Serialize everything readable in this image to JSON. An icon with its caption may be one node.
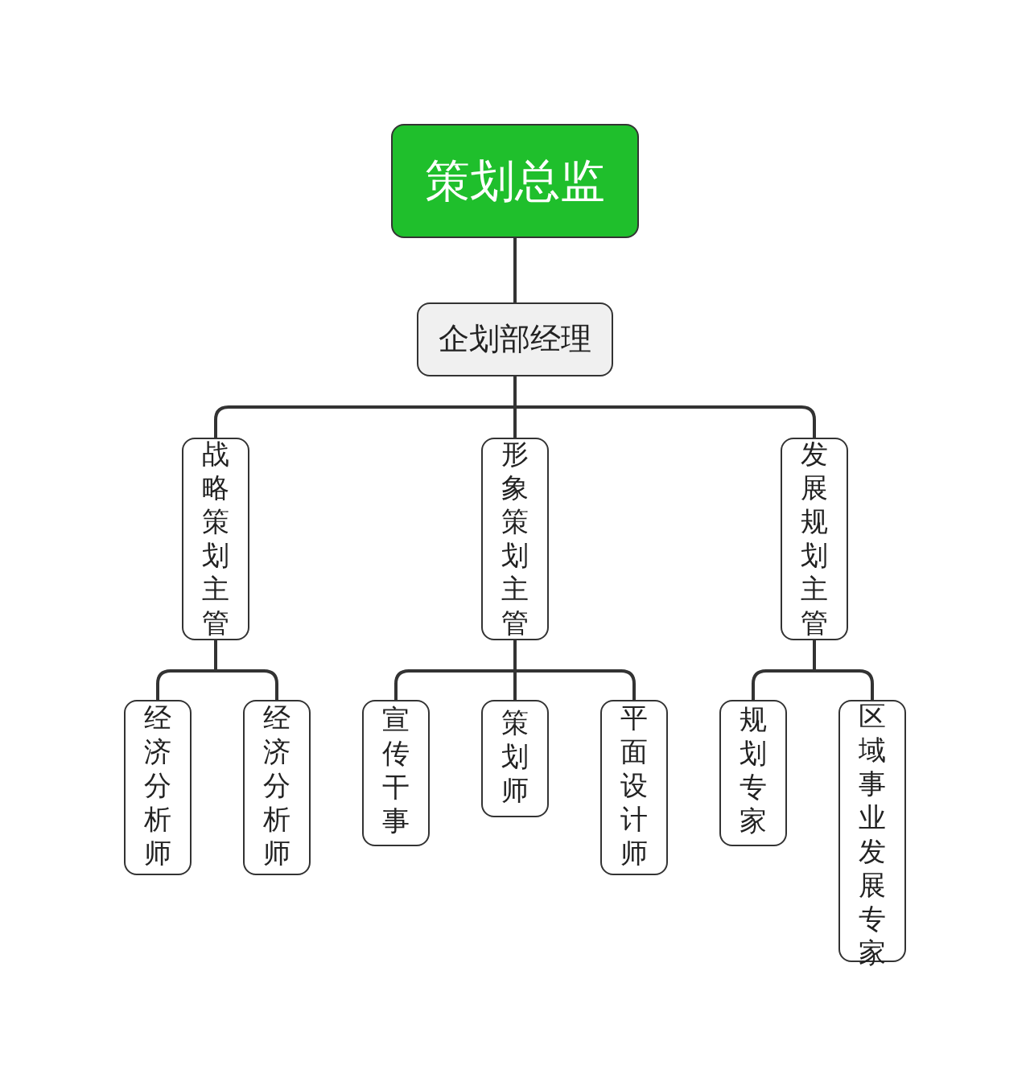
{
  "diagram": {
    "nodes": [
      {
        "text": [
          "策划总监"
        ]
      },
      {
        "text": [
          "企划部经理"
        ]
      },
      {
        "text": [
          "战略策划主管"
        ]
      },
      {
        "text": [
          "形象策划主管"
        ]
      },
      {
        "text": [
          "发展规划主管"
        ]
      },
      {
        "text": [
          "经济分析师"
        ]
      },
      {
        "text": [
          "经济分析师"
        ]
      },
      {
        "text": [
          "宣传干事"
        ]
      },
      {
        "text": [
          "策划师"
        ]
      },
      {
        "text": [
          "平面设计师"
        ]
      },
      {
        "text": [
          "规划专家"
        ]
      },
      {
        "text": [
          "区域事业发展专家"
        ]
      }
    ],
    "edges": [
      {
        "from": 0,
        "to": 1,
        "arrow": "none"
      },
      {
        "from": 1,
        "to": 2,
        "arrow": "none"
      },
      {
        "from": 1,
        "to": 3,
        "arrow": "none"
      },
      {
        "from": 1,
        "to": 4,
        "arrow": "none"
      },
      {
        "from": 2,
        "to": 5,
        "arrow": "none"
      },
      {
        "from": 2,
        "to": 6,
        "arrow": "none"
      },
      {
        "from": 3,
        "to": 7,
        "arrow": "none"
      },
      {
        "from": 3,
        "to": 8,
        "arrow": "none"
      },
      {
        "from": 3,
        "to": 9,
        "arrow": "none"
      },
      {
        "from": 4,
        "to": 10,
        "arrow": "none"
      },
      {
        "from": 4,
        "to": 11,
        "arrow": "none"
      }
    ]
  }
}
